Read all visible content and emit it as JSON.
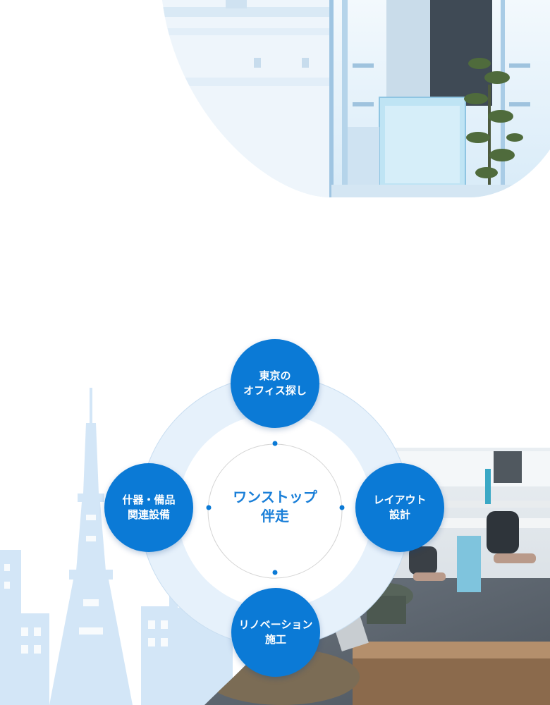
{
  "hub": {
    "center_line1": "ワンストップ",
    "center_line2": "伴走"
  },
  "services": [
    {
      "line1": "東京の",
      "line2": "オフィス探し"
    },
    {
      "line1": "レイアウト",
      "line2": "設計"
    },
    {
      "line1": "リノベーション",
      "line2": "施工"
    },
    {
      "line1": "什器・備品",
      "line2": "関連設備"
    }
  ],
  "colors": {
    "primary": "#0b7ad6",
    "ring": "#e6f1fb",
    "skyline": "#d3e6f7"
  }
}
